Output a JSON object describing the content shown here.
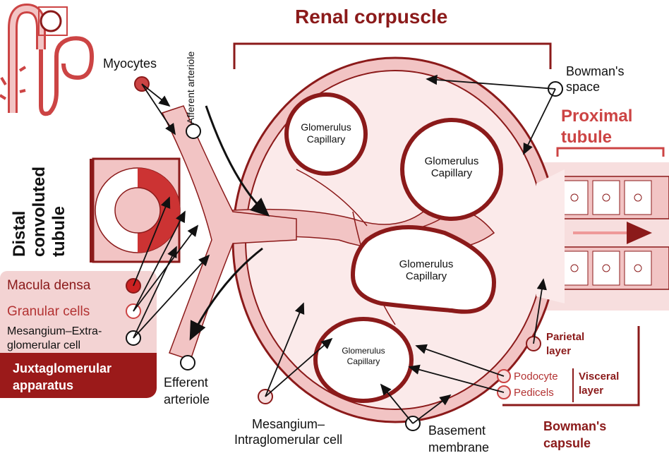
{
  "colors": {
    "dark_red": "#8b1a1a",
    "medium_red": "#cc4444",
    "light_fill": "#f7dede",
    "tissue_fill": "#f2c4c4",
    "jga_box": "#f3d3d3",
    "jga_bar": "#9b1a1a"
  },
  "labels": {
    "renal_corpuscle": "Renal corpuscle",
    "myocytes": "Myocytes",
    "afferent_arteriole": "Afferent arteriole",
    "bowmans_space": "Bowman's\nspace",
    "proximal_tubule": "Proximal\ntubule",
    "distal_convoluted_tubule": "Distal\nconvoluted\ntubule",
    "macula_densa": "Macula densa",
    "granular_cells": "Granular cells",
    "mesangium_extra": "Mesangium–Extra-\nglomerular cell",
    "juxtaglomerular_apparatus": "Juxtaglomerular\napparatus",
    "efferent_arteriole": "Efferent\narteriole",
    "mesangium_intra": "Mesangium–\nIntraglomerular cell",
    "basement_membrane": "Basement\nmembrane",
    "parietal_layer": "Parietal\nlayer",
    "podocyte": "Podocyte",
    "pedicels": "Pedicels",
    "visceral_layer": "Visceral\nlayer",
    "bowmans_capsule": "Bowman's\ncapsule"
  },
  "capillaries": [
    "Glomerulus\nCapillary",
    "Glomerulus\nCapillary",
    "Glomerulus\nCapillary",
    "Glomerulus\nCapillary"
  ]
}
